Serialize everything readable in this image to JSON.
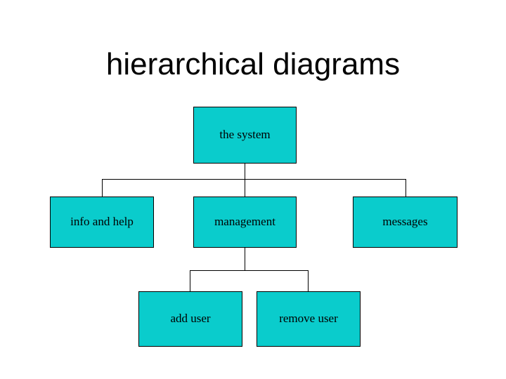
{
  "slide": {
    "title": "hierarchical diagrams",
    "background_color": "#FFFFFF"
  },
  "theme": {
    "node_fill": "#0ACCCC",
    "node_border": "#000000",
    "connector_color": "#000000",
    "text_color": "#000000"
  },
  "diagram": {
    "type": "hierarchy",
    "root": {
      "label": "the system"
    },
    "level2": [
      {
        "label": "info and help"
      },
      {
        "label": "management"
      },
      {
        "label": "messages"
      }
    ],
    "level3": [
      {
        "label": "add user"
      },
      {
        "label": "remove user"
      }
    ],
    "edges": [
      {
        "from": "the system",
        "to": "info and help"
      },
      {
        "from": "the system",
        "to": "management"
      },
      {
        "from": "the system",
        "to": "messages"
      },
      {
        "from": "management",
        "to": "add user"
      },
      {
        "from": "management",
        "to": "remove user"
      }
    ]
  }
}
